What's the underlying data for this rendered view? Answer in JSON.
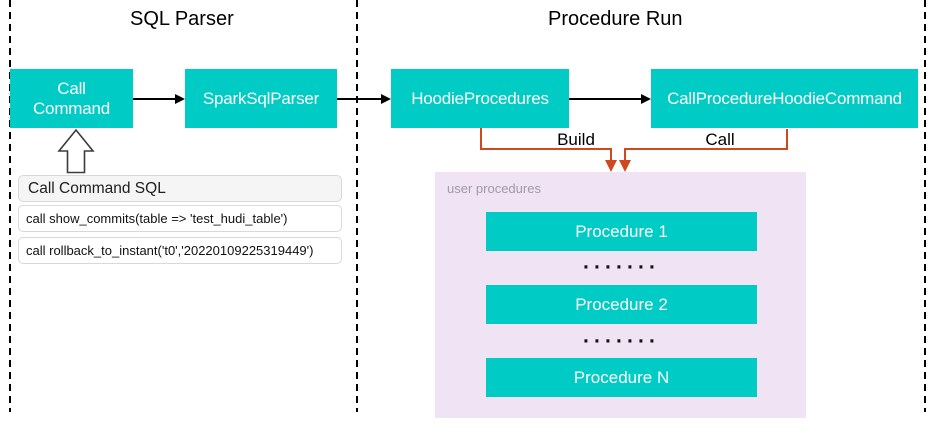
{
  "sql_parser": {
    "title": "SQL Parser",
    "call_command_label": "Call Command",
    "spark_sql_parser_label": "SparkSqlParser",
    "sql_panel": {
      "header": "Call Command SQL",
      "rows": [
        "call show_commits(table => 'test_hudi_table')",
        "call rollback_to_instant('t0','20220109225319449')"
      ]
    }
  },
  "procedure_run": {
    "title": "Procedure Run",
    "hoodie_procedures_label": "HoodieProcedures",
    "call_procedure_label": "CallProcedureHoodieCommand",
    "build_edge_label": "Build",
    "call_edge_label": "Call",
    "user_procedures": {
      "label": "user procedures",
      "items": [
        "Procedure 1",
        "Procedure 2",
        "Procedure N"
      ],
      "ellipsis": "·······"
    }
  },
  "colors": {
    "node_teal": "#00CBC5",
    "panel_lilac": "#F0E3F4",
    "edge_orange": "#CC4A1D",
    "edge_black": "#000000"
  }
}
